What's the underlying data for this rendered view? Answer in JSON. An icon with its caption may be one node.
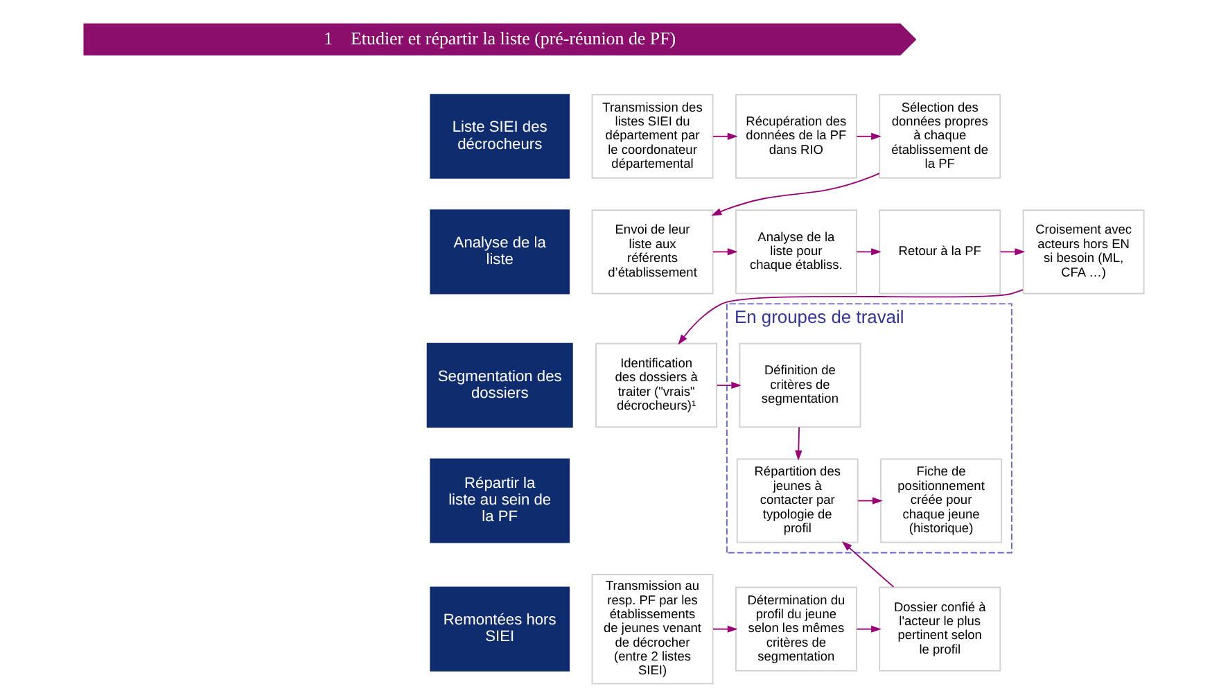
{
  "diagram": {
    "nodes": [
      {
        "text": [
          "1",
          "Etudier et répartir la liste (pré-réunion de PF)"
        ]
      },
      {
        "text": [
          "Liste SIEI des décrocheurs"
        ]
      },
      {
        "text": [
          "Transmission des listes SIEI du département par le coordonateur départemental"
        ]
      },
      {
        "text": [
          "Récupération des données de la PF dans RIO"
        ]
      },
      {
        "text": [
          "Sélection des données propres à chaque établissement de la PF"
        ]
      },
      {
        "text": [
          "Analyse de la liste"
        ]
      },
      {
        "text": [
          "Envoi de leur liste aux référents d’établissement"
        ]
      },
      {
        "text": [
          "Analyse de la liste pour chaque établiss."
        ]
      },
      {
        "text": [
          "Retour à la PF"
        ]
      },
      {
        "text": [
          "Croisement avec acteurs hors EN si besoin (ML, CFA …)"
        ]
      },
      {
        "text": [
          "Segmentation des dossiers"
        ]
      },
      {
        "text": [
          "Identification des dossiers à traiter (\"vrais\" décrocheurs)¹"
        ]
      },
      {
        "text": [
          "En groupes de travail"
        ]
      },
      {
        "text": [
          "Définition de critères de segmentation"
        ],
        "in": 12
      },
      {
        "text": [
          "Répartir la liste au sein de la PF"
        ]
      },
      {
        "text": [
          "Répartition des jeunes à contacter par typologie de profil"
        ],
        "in": 12
      },
      {
        "text": [
          "Fiche de positionnement créée pour chaque jeune (historique)"
        ],
        "in": 12
      },
      {
        "text": [
          "Remontées hors SIEI"
        ]
      },
      {
        "text": [
          "Transmission au resp. PF par les établissements de jeunes venant de décrocher (entre 2 listes SIEI)"
        ]
      },
      {
        "text": [
          "Détermination du profil du jeune selon les mêmes critères de segmentation"
        ]
      },
      {
        "text": [
          "Dossier confié à l'acteur le plus pertinent selon le profil"
        ]
      }
    ],
    "edges": [
      {
        "from": 2,
        "to": 3,
        "arrow": "to"
      },
      {
        "from": 3,
        "to": 4,
        "arrow": "to"
      },
      {
        "from": 4,
        "to": 6,
        "arrow": "to"
      },
      {
        "from": 6,
        "to": 7,
        "arrow": "to"
      },
      {
        "from": 7,
        "to": 8,
        "arrow": "to"
      },
      {
        "from": 8,
        "to": 9,
        "arrow": "to"
      },
      {
        "from": 9,
        "to": 11,
        "arrow": "to"
      },
      {
        "from": 11,
        "to": 13,
        "arrow": "to"
      },
      {
        "from": 13,
        "to": 15,
        "arrow": "to"
      },
      {
        "from": 15,
        "to": 16,
        "arrow": "to"
      },
      {
        "from": 18,
        "to": 19,
        "arrow": "to"
      },
      {
        "from": 19,
        "to": 20,
        "arrow": "to"
      },
      {
        "from": 20,
        "to": 15,
        "arrow": "to"
      }
    ]
  }
}
